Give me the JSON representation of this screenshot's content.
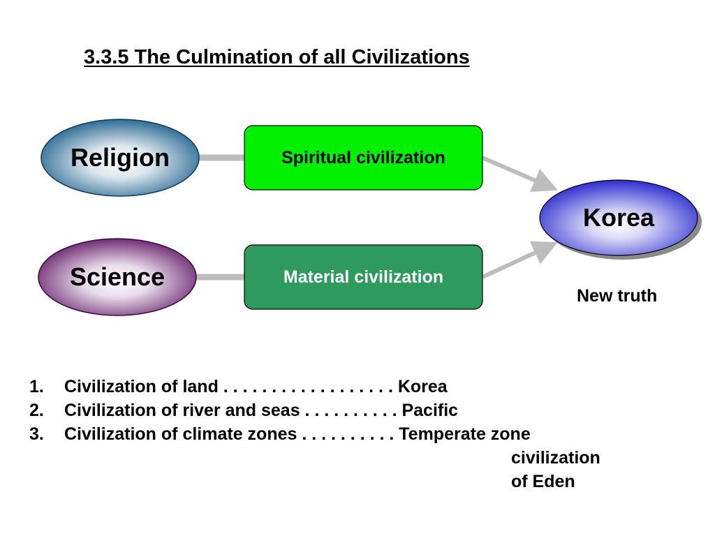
{
  "title": "3.3.5 The Culmination of all Civilizations",
  "nodes": {
    "religion": "Religion",
    "science": "Science",
    "spiritual": "Spiritual civilization",
    "material": "Material civilization",
    "korea": "Korea"
  },
  "caption": "New truth",
  "list": {
    "items": [
      {
        "num": "1.",
        "text": "Civilization of land . . . . . . . . . . . . . . . . . . Korea"
      },
      {
        "num": "2.",
        "text": "Civilization of river and seas . . . . . . . . . . Pacific"
      },
      {
        "num": "3.",
        "text": "Civilization of climate zones . . . . . . . . . . Temperate zone"
      }
    ],
    "continuation": [
      "civilization",
      "of Eden"
    ]
  },
  "colors": {
    "religion": "#1a6090",
    "science": "#6a1a6e",
    "spiritual_box": "#00f000",
    "material_box": "#2e9a5e",
    "korea": "#3a3ad0",
    "connector": "#bdbdbd"
  }
}
